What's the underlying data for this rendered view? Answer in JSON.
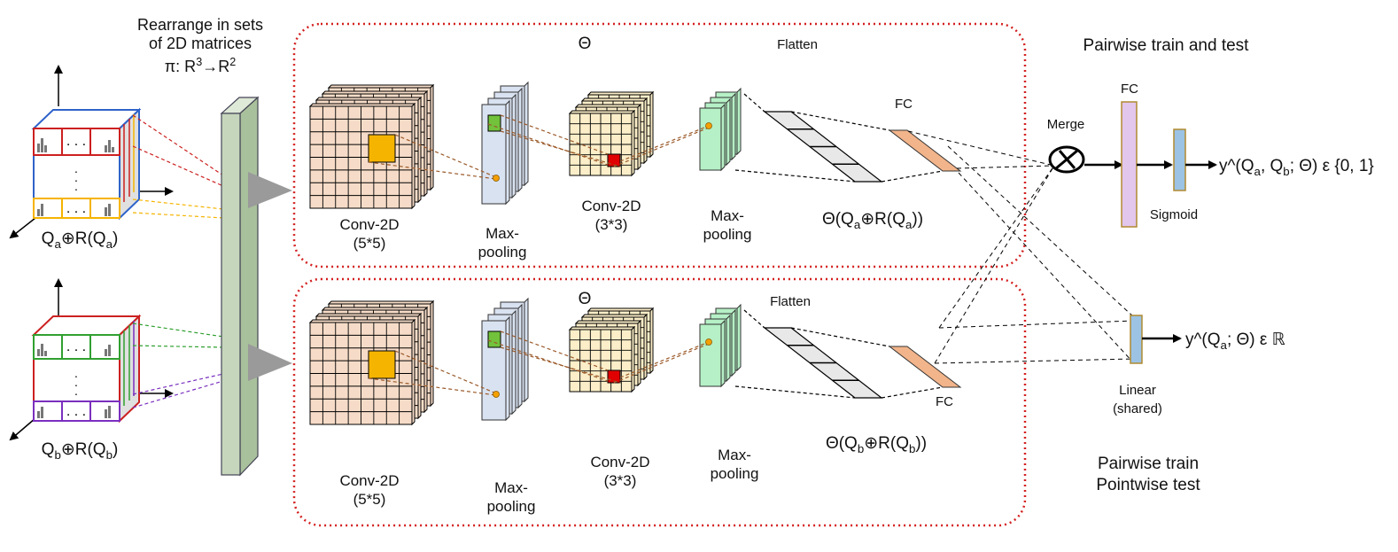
{
  "rearrange": {
    "line1": "Rearrange in sets",
    "line2": "of 2D matrices",
    "map_prefix": "π: R",
    "map_mid": "→R"
  },
  "inputs": {
    "a": {
      "q": "Q",
      "qs": "a",
      "op": "⊕R(Q",
      "rs": "a",
      "close": ")"
    },
    "b": {
      "q": "Q",
      "qs": "b",
      "op": "⊕R(Q",
      "rs": "b",
      "close": ")"
    }
  },
  "branch_top": {
    "theta": "Θ",
    "flatten": "Flatten",
    "fc": "FC",
    "conv1": {
      "line1": "Conv-2D",
      "line2": "(5*5)"
    },
    "pool1": {
      "line1": "Max-",
      "line2": "pooling"
    },
    "conv2": {
      "line1": "Conv-2D",
      "line2": "(3*3)"
    },
    "pool2": {
      "line1": "Max-",
      "line2": "pooling"
    },
    "output": {
      "prefix": "Θ(Q",
      "s1": "a",
      "mid": "⊕R(Q",
      "s2": "a",
      "close": "))"
    }
  },
  "branch_bottom": {
    "theta": "Θ",
    "flatten": "Flatten",
    "fc": "FC",
    "conv1": {
      "line1": "Conv-2D",
      "line2": "(5*5)"
    },
    "pool1": {
      "line1": "Max-",
      "line2": "pooling"
    },
    "conv2": {
      "line1": "Conv-2D",
      "line2": "(3*3)"
    },
    "pool2": {
      "line1": "Max-",
      "line2": "pooling"
    },
    "output": {
      "prefix": "Θ(Q",
      "s1": "b",
      "mid": "⊕R(Q",
      "s2": "b",
      "close": "))"
    }
  },
  "pairwise": {
    "title": "Pairwise train and test",
    "merge": "Merge",
    "fc": "FC",
    "sigmoid": "Sigmoid",
    "output": {
      "prefix": "y^(Q",
      "s1": "a",
      "mid": ", Q",
      "s2": "b",
      "close": "; Θ) ε {0, 1}"
    }
  },
  "pointwise": {
    "title_line1": "Pairwise train",
    "title_line2": "Pointwise test",
    "linear_line1": "Linear",
    "linear_line2": "(shared)",
    "output": {
      "prefix": "y^(Q",
      "s1": "a",
      "close": "; Θ) ε ℝ"
    }
  },
  "colors": {
    "conv_face": "#f6dcc8",
    "conv2_face": "#fbeec8",
    "pool1_face": "#d9e2f0",
    "pool2_face": "#b6f0c6",
    "flatten_face": "#e8e8e8",
    "fc_face": "#f2b48a",
    "fc_merge": "#e2c6ec",
    "sigmoid": "#9cc3e4",
    "dotted_border": "#d42020",
    "kernel_orange": "#f5b400",
    "kernel_red": "#e00000",
    "kernel_green": "#72c23c",
    "conn_brown": "#9b5a2a",
    "slab": "#c5d6bc"
  }
}
